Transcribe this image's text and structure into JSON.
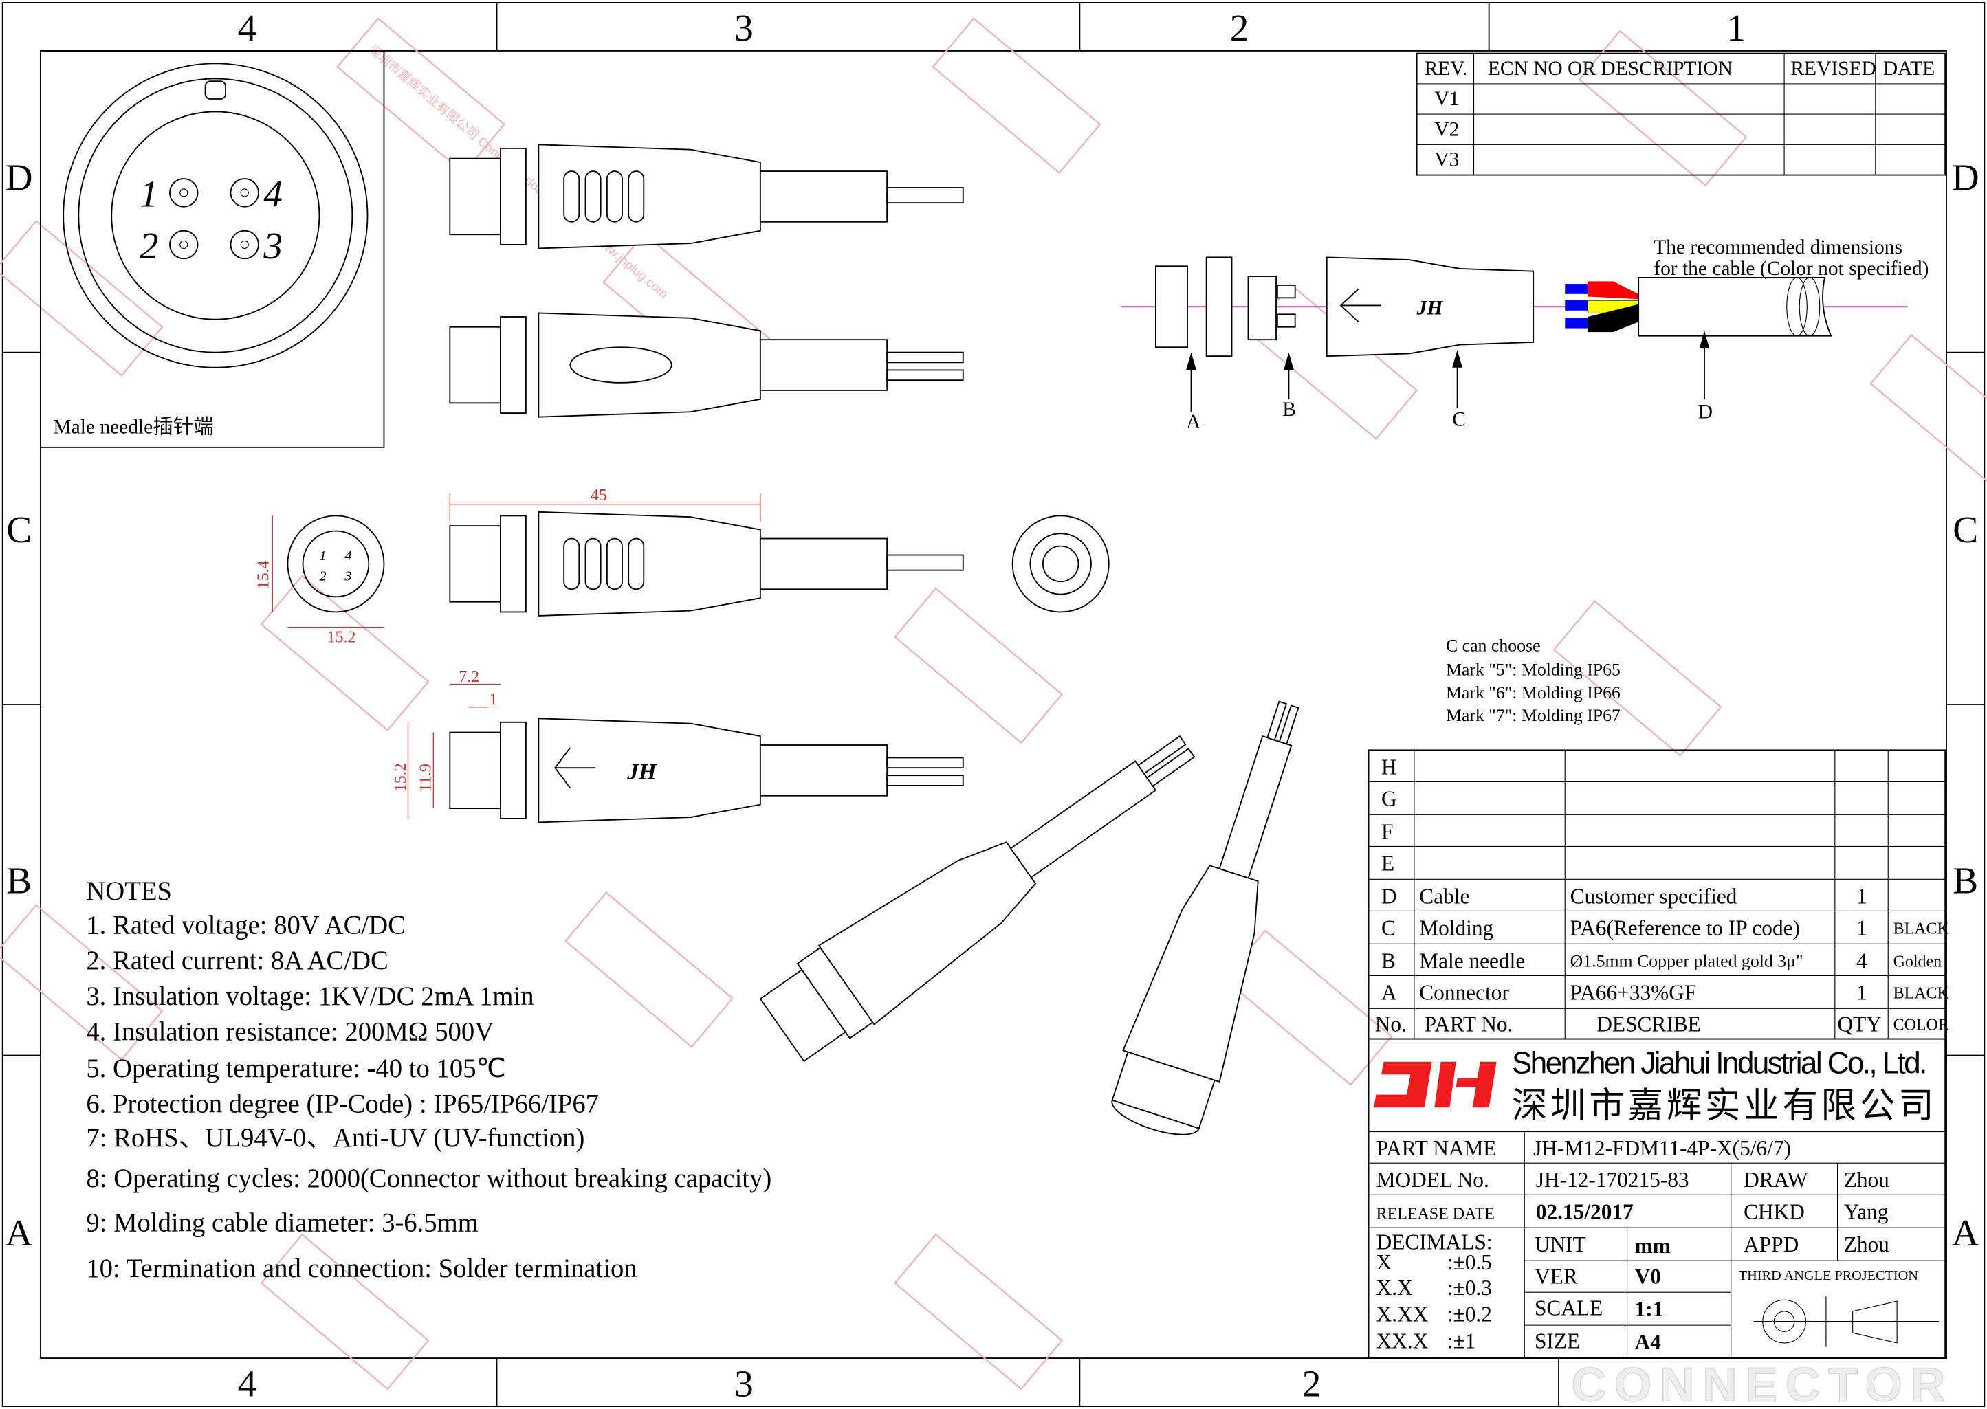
{
  "zones": {
    "top": [
      "4",
      "3",
      "2",
      "1"
    ],
    "bottom": [
      "4",
      "3",
      "2"
    ],
    "rows": [
      "D",
      "C",
      "B",
      "A"
    ]
  },
  "revision_table": {
    "headers": [
      "REV.",
      "ECN NO OR DESCRIPTION",
      "REVISED",
      "DATE"
    ],
    "rows": [
      "V1",
      "V2",
      "V3"
    ]
  },
  "pin_view": {
    "pins": [
      "1",
      "4",
      "2",
      "3"
    ],
    "caption": "Male needle插针端"
  },
  "dimensions": {
    "length": "45",
    "height_front": "15.4",
    "width_front": "15.2",
    "d1": "7.2",
    "d2": "1",
    "d3": "15.2",
    "d4": "11.9"
  },
  "exploded": {
    "labels": [
      "A",
      "B",
      "C",
      "D"
    ],
    "cable_note_1": "The recommended dimensions",
    "cable_note_2": "for the cable (Color not specified)",
    "wire_colors": [
      "#ff0000",
      "#ffff00",
      "#000000"
    ],
    "pin_color": "#0000ff"
  },
  "molding_options": [
    "C can choose",
    "Mark \"5\": Molding IP65",
    "Mark \"6\": Molding IP66",
    "Mark \"7\": Molding IP67"
  ],
  "notes": {
    "title": "NOTES",
    "items": [
      "1. Rated voltage: 80V AC/DC",
      "2. Rated current: 8A AC/DC",
      "3. Insulation voltage: 1KV/DC 2mA 1min",
      "4. Insulation resistance: 200MΩ 500V",
      "5. Operating temperature: -40 to 105℃",
      "6. Protection degree (IP-Code) : IP65/IP66/IP67",
      "7: RoHS、UL94V-0、Anti-UV (UV-function)",
      "8: Operating cycles: 2000(Connector without breaking capacity)",
      "9: Molding cable diameter: 3-6.5mm",
      "10: Termination and connection: Solder termination"
    ]
  },
  "bom": {
    "rows": [
      {
        "no": "H",
        "part": "",
        "desc": "",
        "qty": "",
        "color": ""
      },
      {
        "no": "G",
        "part": "",
        "desc": "",
        "qty": "",
        "color": ""
      },
      {
        "no": "F",
        "part": "",
        "desc": "",
        "qty": "",
        "color": ""
      },
      {
        "no": "E",
        "part": "",
        "desc": "",
        "qty": "",
        "color": ""
      },
      {
        "no": "D",
        "part": "Cable",
        "desc": "Customer specified",
        "qty": "1",
        "color": ""
      },
      {
        "no": "C",
        "part": "Molding",
        "desc": "PA6(Reference to IP code)",
        "qty": "1",
        "color": "BLACK"
      },
      {
        "no": "B",
        "part": "Male needle",
        "desc": "Ø1.5mm Copper plated gold 3μ\"",
        "qty": "4",
        "color": "Golden"
      },
      {
        "no": "A",
        "part": "Connector",
        "desc": "PA66+33%GF",
        "qty": "1",
        "color": "BLACK"
      }
    ],
    "header": {
      "no": "No.",
      "part": "PART No.",
      "desc": "DESCRIBE",
      "qty": "QTY",
      "color": "COLOR"
    }
  },
  "company": {
    "logo": "JH",
    "name_en": "Shenzhen Jiahui Industrial Co., Ltd.",
    "name_cn": "深圳市嘉辉实业有限公司",
    "brand_color": "#ee1c1c"
  },
  "title_block": {
    "part_name_label": "PART NAME",
    "part_name": "JH-M12-FDM11-4P-X(5/6/7)",
    "model_label": "MODEL No.",
    "model": "JH-12-170215-83",
    "release_label": "RELEASE DATE",
    "release": "02.15/2017",
    "draw_label": "DRAW",
    "draw": "Zhou",
    "chkd_label": "CHKD",
    "chkd": "Yang",
    "appd_label": "APPD",
    "appd": "Zhou",
    "decimals_label": "DECIMALS:",
    "decimals": [
      [
        "X",
        ":±0.5"
      ],
      [
        "X.X",
        ":±0.3"
      ],
      [
        "X.XX",
        ":±0.2"
      ],
      [
        "XX.X",
        ":±1"
      ]
    ],
    "unit_label": "UNIT",
    "unit": "mm",
    "ver_label": "VER",
    "ver": "V0",
    "scale_label": "SCALE",
    "scale": "1:1",
    "size_label": "SIZE",
    "size": "A4",
    "projection": "THIRD ANGLE PROJECTION"
  },
  "watermark": {
    "text": "深圳市嘉辉实业有限公司 Controlled document http://www.jhplug.com",
    "footer": "CONNECTOR"
  }
}
